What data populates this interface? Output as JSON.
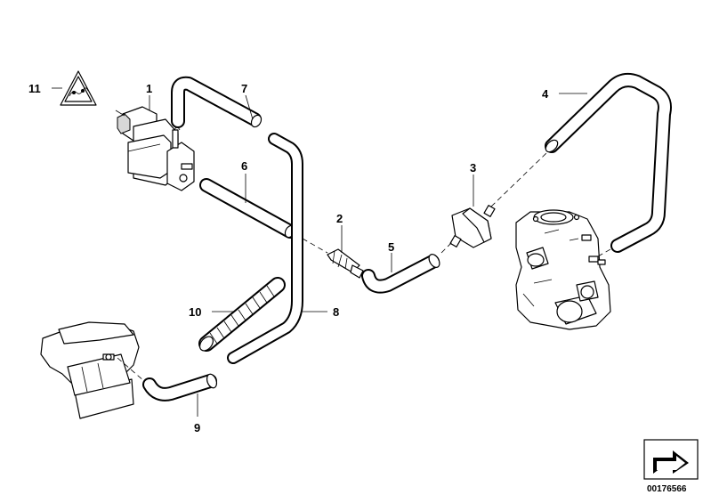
{
  "callouts": {
    "c1": "1",
    "c2": "2",
    "c3": "3",
    "c4": "4",
    "c5": "5",
    "c6": "6",
    "c7": "7",
    "c8": "8",
    "c9": "9",
    "c10": "10",
    "c11": "11"
  },
  "diagram_number": "00176566",
  "colors": {
    "line": "#000000",
    "background": "#ffffff",
    "shade": "#d8d8d8"
  }
}
